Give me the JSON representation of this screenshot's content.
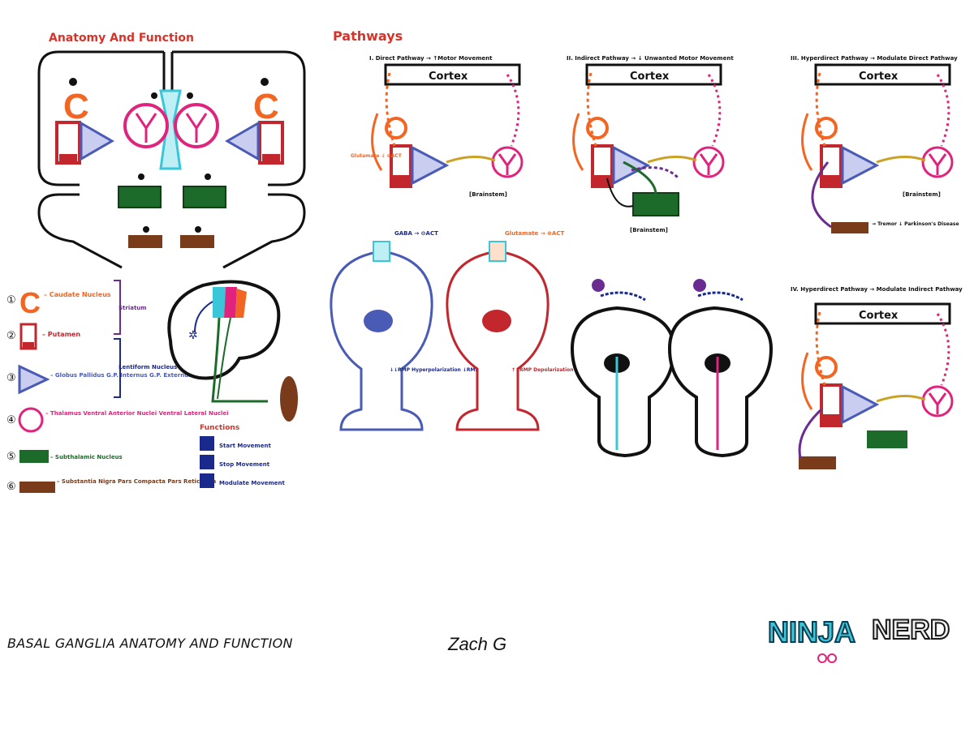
{
  "sections": {
    "anatomy_title": "Anatomy And Function",
    "pathways_title": "Pathways"
  },
  "pathways": {
    "p1_title": "I. Direct Pathway → ↑Motor Movement",
    "p2_title": "II. Indirect Pathway → ↓ Unwanted Motor Movement",
    "p3_title": "III. Hyperdirect Pathway → Modulate Direct Pathway",
    "p4_title": "IV. Hyperdirect Pathway → Modulate Indirect Pathway",
    "cortex": "Cortex",
    "glutamate": "Glutamate ↓ ⊕ACT",
    "gaba_act": "GABA → ⊖ACT",
    "glutamate_act": "Glutamate → ⊕ACT",
    "excitation": "↑RMP",
    "hyperpolarization": "↓↓RMP Hyperpolarization ↓RMP",
    "depolarization": "↑↑RMP Depolarization ↑RMP",
    "brainstem": "[Brainstem]",
    "tremor": "→ Tremor ↓ Parkinson's Disease"
  },
  "legend": {
    "items": [
      {
        "num": "①",
        "label": "– Caudate Nucleus",
        "color": "#f26522"
      },
      {
        "num": "②",
        "label": "– Putamen",
        "color": "#c1272d"
      },
      {
        "num": "③",
        "label": "– Globus Pallidus  G.P. Internus  G.P. Externus",
        "color": "#4a5bb5"
      },
      {
        "num": "④",
        "label": "– Thalamus  Ventral Anterior Nuclei  Ventral Lateral Nuclei",
        "color": "#e0247d"
      },
      {
        "num": "⑤",
        "label": "– Subthalamic Nucleus",
        "color": "#1d6b2a"
      },
      {
        "num": "⑥",
        "label": "– Substantia Nigra  Pars Compacta  Pars Reticulata",
        "color": "#7a3b1a"
      }
    ],
    "striatum": "Striatum",
    "lentiform": "Lentiform Nucleus"
  },
  "functions": {
    "title": "Functions",
    "items": [
      "Start Movement",
      "Stop Movement",
      "Modulate Movement"
    ]
  },
  "footer": {
    "title": "BASAL GANGLIA ANATOMY AND FUNCTION",
    "signature": "Zach G",
    "logo_ninja": "NINJA",
    "logo_nerd": "NERD"
  },
  "colors": {
    "caudate": "#f26522",
    "putamen": "#c1272d",
    "globus": "#4a5bb5",
    "thalamus": "#e0247d",
    "subthalamic": "#1d6b2a",
    "nigra": "#7a3b1a",
    "ventricle": "#39c6d8",
    "accent_title": "#d6332a",
    "purple": "#6b2c91",
    "navy": "#1a2a8c",
    "gold": "#c9a227"
  }
}
